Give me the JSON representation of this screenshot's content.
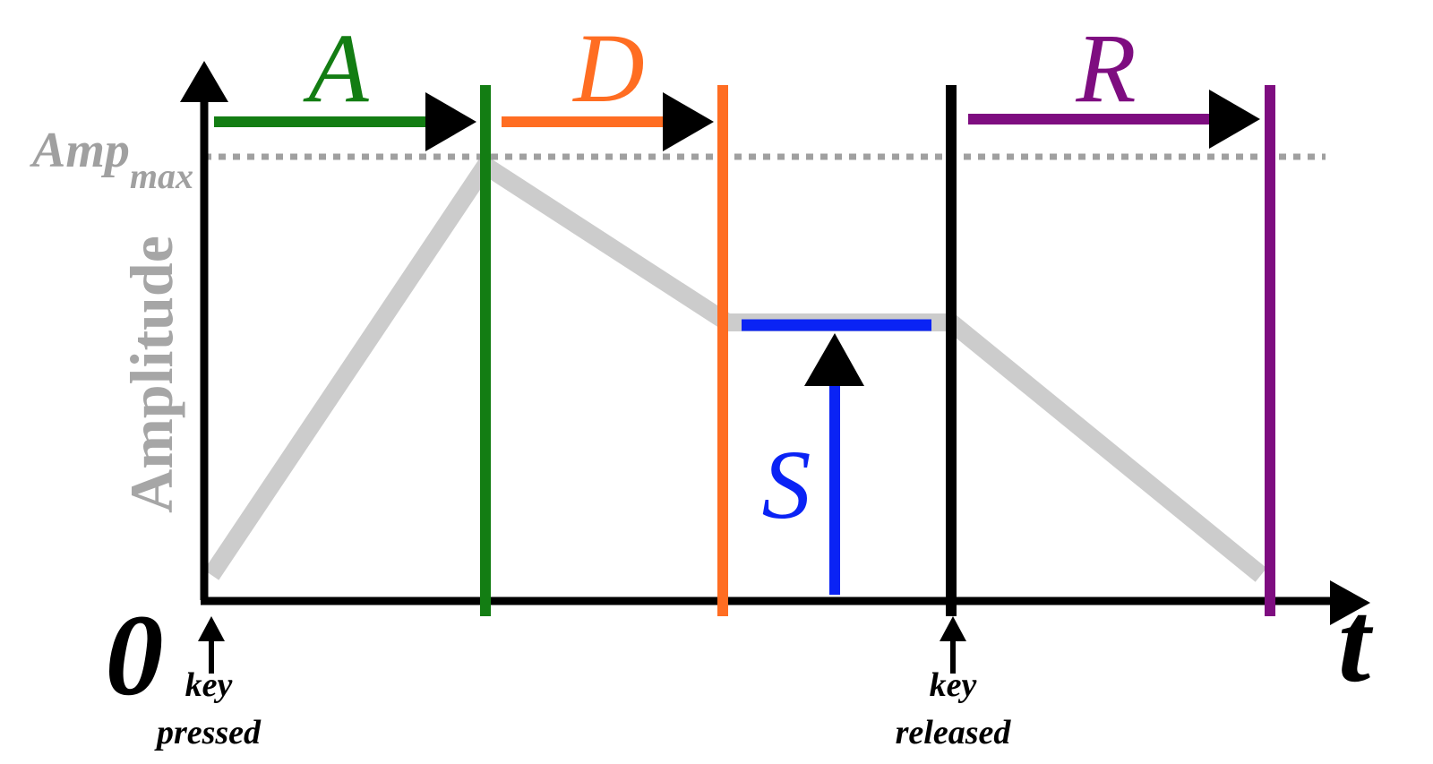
{
  "diagram": {
    "phases": {
      "attack": {
        "label": "A",
        "color": "#137d13"
      },
      "decay": {
        "label": "D",
        "color": "#ff6d22"
      },
      "sustain": {
        "label": "S",
        "color": "#0a23f5"
      },
      "release": {
        "label": "R",
        "color": "#7e0d80"
      }
    },
    "axes": {
      "y_label": "Amplitude",
      "x_label": "t",
      "origin_label": "0",
      "amp_max_main": "Amp",
      "amp_max_sub": "max"
    },
    "events": {
      "key_pressed": {
        "line1": "key",
        "line2": "pressed"
      },
      "key_released": {
        "line1": "key",
        "line2": "released"
      }
    },
    "colors": {
      "axis": "#000000",
      "envelope": "#cccccc",
      "amp_max": "#a0a0a0",
      "amplitude_label": "#a6a6a6"
    }
  }
}
